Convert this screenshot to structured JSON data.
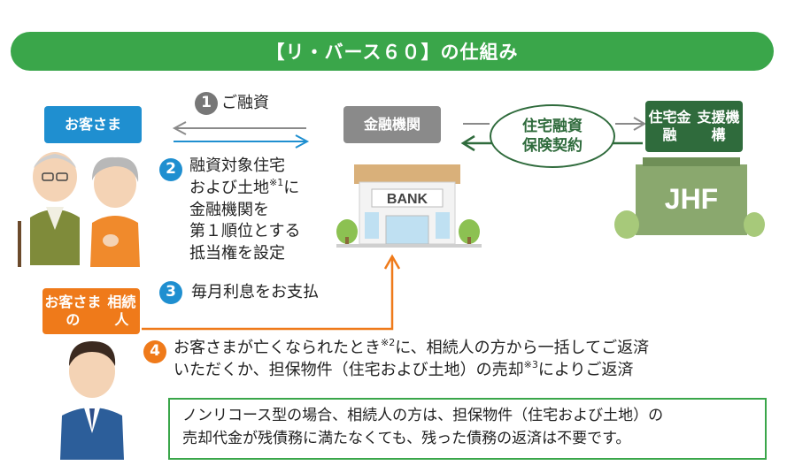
{
  "title": "【リ・バース６０】の仕組み",
  "labels": {
    "customer": "お客さま",
    "bank": "金融機関",
    "jhf": [
      "住宅金融",
      "支援機構"
    ],
    "heir": [
      "お客さまの",
      "相続人"
    ]
  },
  "insurance": [
    "住宅融資",
    "保険契約"
  ],
  "bank_sign": "BANK",
  "jhf_sign": "JHF",
  "steps": {
    "s1": {
      "num": "1",
      "text": "ご融資"
    },
    "s2": {
      "num": "2",
      "lines": [
        "融資対象住宅",
        "および土地",
        "金融機関を",
        "第１順位とする",
        "抵当権を設定"
      ],
      "note_mark": "※1",
      "line2_tail": "に"
    },
    "s3": {
      "num": "3",
      "text": "毎月利息をお支払"
    },
    "s4": {
      "num": "4",
      "line1_a": "お客さまが亡くなられたとき",
      "mark1": "※2",
      "line1_b": "に、相続人の方から一括してご返済",
      "line2_a": "いただくか、担保物件（住宅および土地）の売却",
      "mark2": "※3",
      "line2_b": "によりご返済"
    }
  },
  "note": [
    "ノンリコース型の場合、相続人の方は、担保物件（住宅および土地）の",
    "売却代金が残債務に満たなくても、残った債務の返済は不要です。"
  ],
  "colors": {
    "green": "#3aa64a",
    "dark_green": "#2f6b3c",
    "blue": "#1f8fd0",
    "orange": "#ef7a1a",
    "gray": "#8a8a8a"
  }
}
